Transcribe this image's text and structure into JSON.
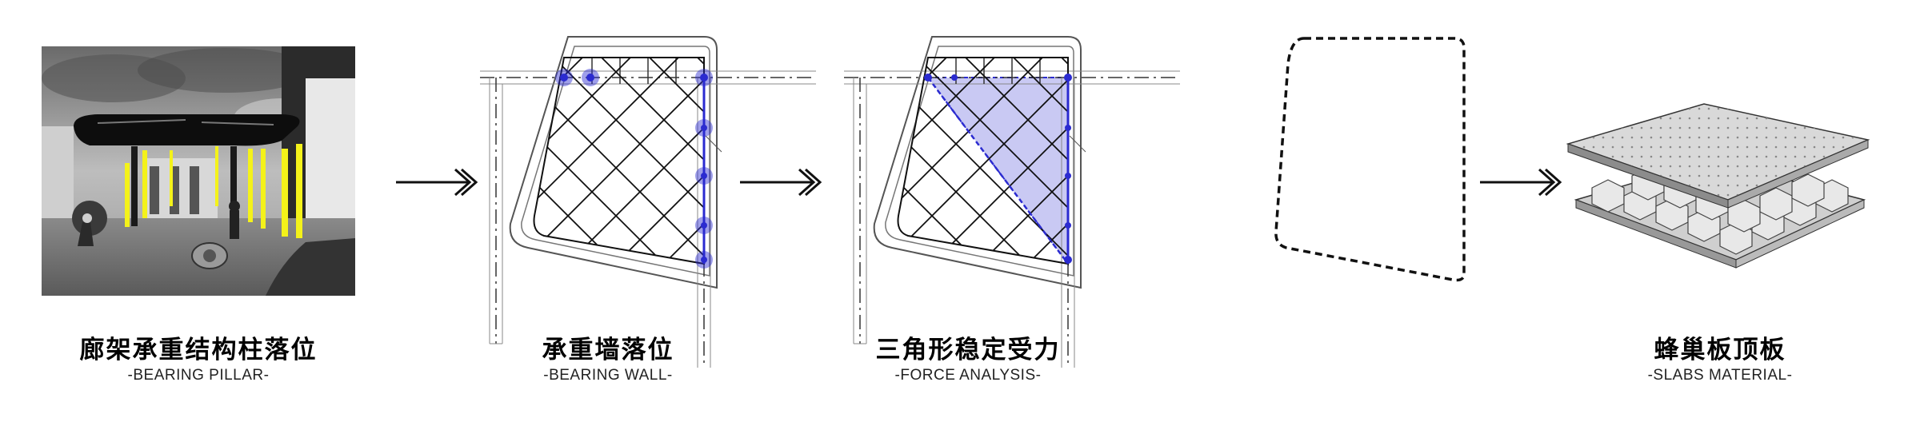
{
  "panels": [
    {
      "title_cn": "廊架承重结构柱落位",
      "title_en": "-BEARING PILLAR-"
    },
    {
      "title_cn": "承重墙落位",
      "title_en": "-BEARING WALL-"
    },
    {
      "title_cn": "三角形稳定受力",
      "title_en": "-FORCE ANALYSIS-"
    },
    {
      "title_cn": "蜂巢板顶板",
      "title_en": "-SLABS MATERIAL-"
    }
  ],
  "colors": {
    "highlight_blue": "#2b2bd0",
    "highlight_fill": "#c9c9f3",
    "pillar_yellow": "#f4f21a",
    "line": "#111111"
  }
}
